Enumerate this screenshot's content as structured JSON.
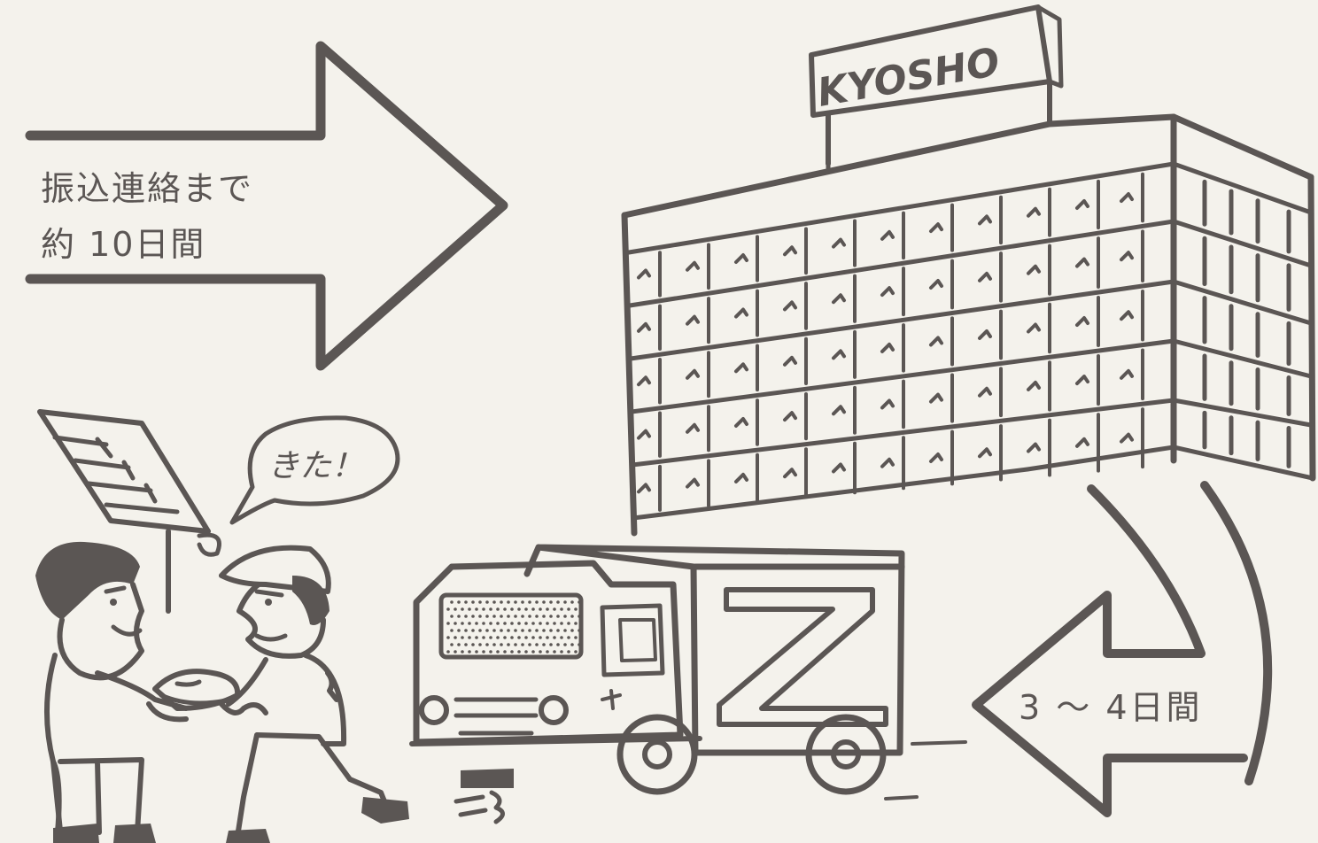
{
  "transfer_arrow": {
    "line1": "振込連絡まで",
    "line2": "約 10日間"
  },
  "delivery_arrow": {
    "label": "3 ～ 4日間"
  },
  "building_sign": {
    "logo_text": "KYOSHO"
  },
  "speech_bubble": {
    "text": "きた！"
  },
  "colors": {
    "ink": "#5b5654",
    "paper": "#f4f2ec"
  }
}
